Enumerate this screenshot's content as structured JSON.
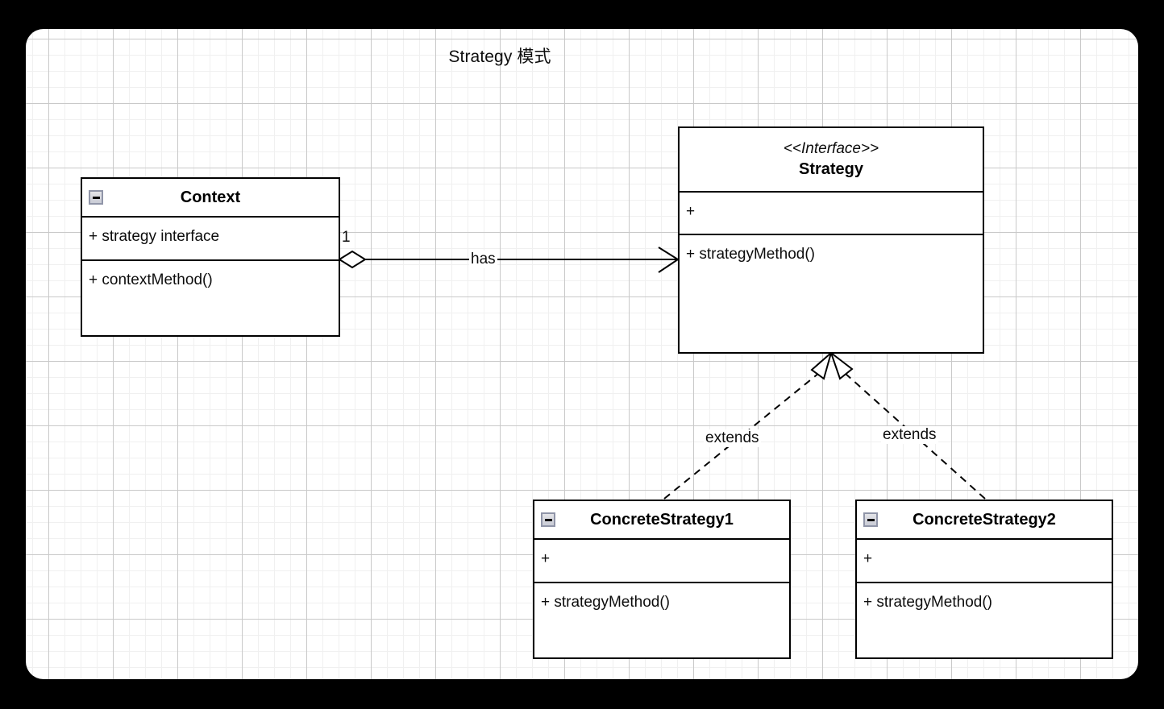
{
  "diagram": {
    "title": "Strategy 模式",
    "background_color": "#000000",
    "canvas_color": "#ffffff",
    "grid": "on",
    "line_color": "#000000"
  },
  "classes": {
    "context": {
      "name": "Context",
      "collapse_icon": "collapse-minus-icon",
      "attributes": [
        "+ strategy interface"
      ],
      "methods": [
        "+ contextMethod()"
      ]
    },
    "strategy": {
      "stereotype": "<<Interface>>",
      "name": "Strategy",
      "attributes": [
        "+"
      ],
      "methods": [
        "+ strategyMethod()"
      ]
    },
    "concrete1": {
      "name": "ConcreteStrategy1",
      "collapse_icon": "collapse-minus-icon",
      "attributes": [
        "+"
      ],
      "methods": [
        "+ strategyMethod()"
      ]
    },
    "concrete2": {
      "name": "ConcreteStrategy2",
      "collapse_icon": "collapse-minus-icon",
      "attributes": [
        "+"
      ],
      "methods": [
        "+ strategyMethod()"
      ]
    }
  },
  "relations": {
    "aggregation": {
      "label": "has",
      "source_multiplicity": "1",
      "from": "Context",
      "to": "Strategy",
      "arrow": "open-arrow",
      "source_decoration": "hollow-diamond"
    },
    "realization_left": {
      "label": "extends",
      "from": "ConcreteStrategy1",
      "to": "Strategy",
      "line_style": "dashed",
      "arrow": "hollow-triangle"
    },
    "realization_right": {
      "label": "extends",
      "from": "ConcreteStrategy2",
      "to": "Strategy",
      "line_style": "dashed",
      "arrow": "hollow-triangle"
    }
  }
}
